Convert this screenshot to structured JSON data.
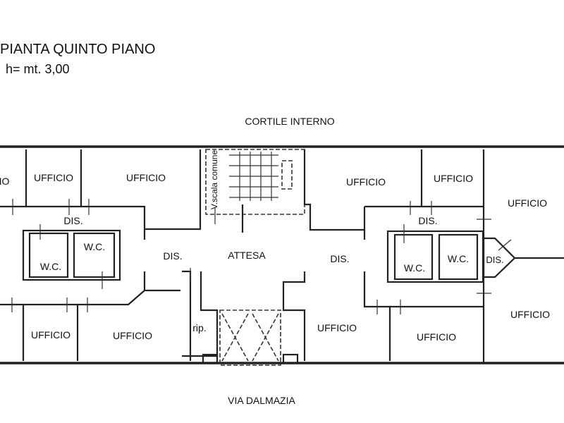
{
  "header": {
    "title": "PIANTA QUINTO PIANO",
    "height": "h= mt. 3,00"
  },
  "orientation": {
    "top": "CORTILE INTERNO",
    "bottom": "VIA DALMAZIA"
  },
  "rooms": {
    "left_edge": "IO",
    "ufficio_tl_small": "UFFICIO",
    "ufficio_tl_big": "UFFICIO",
    "dis_left": "DIS.",
    "wc_left_1": "W.C.",
    "wc_left_2": "W.C.",
    "dis_center_left": "DIS.",
    "ufficio_bl_small": "UFFICIO",
    "ufficio_bl_big": "UFFICIO",
    "rip": "rip.",
    "scala": "V.scala comune",
    "attesa": "ATTESA",
    "dis_center_right": "DIS.",
    "ufficio_tr_1": "UFFICIO",
    "ufficio_tr_2": "UFFICIO",
    "ufficio_r_top": "UFFICIO",
    "dis_right": "DIS.",
    "wc_right_1": "W.C.",
    "wc_right_2": "W.C.",
    "dis_small": "DIS.",
    "ufficio_br_1": "UFFICIO",
    "ufficio_br_2": "UFFICIO",
    "ufficio_r_bottom": "UFFICIO"
  }
}
